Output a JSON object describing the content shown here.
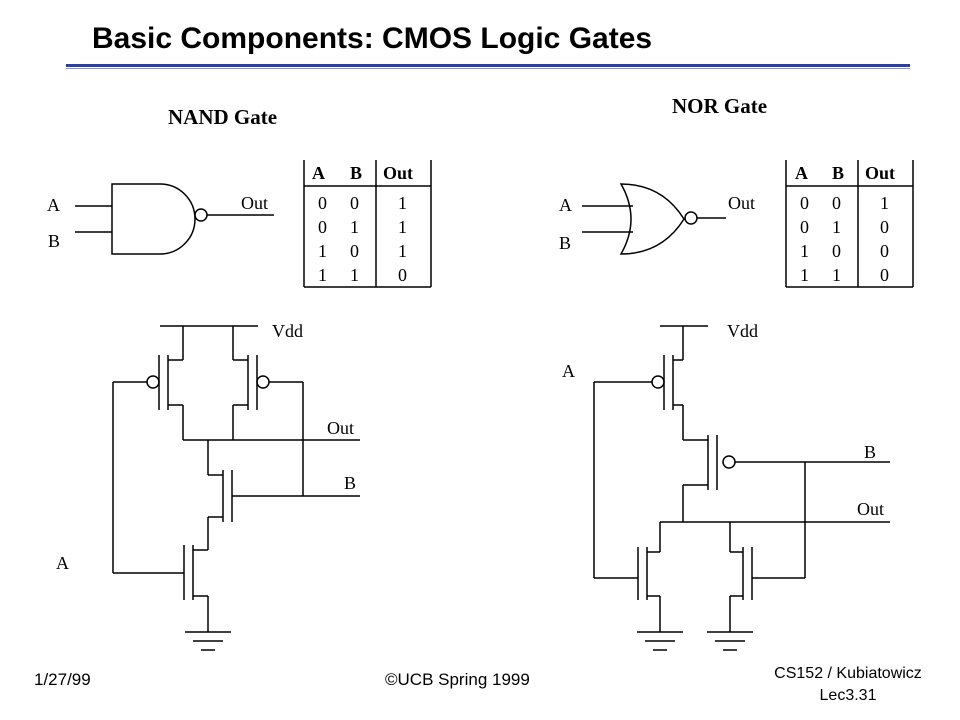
{
  "slide": {
    "title": "Basic Components: CMOS Logic Gates",
    "footer": {
      "date": "1/27/99",
      "copyright": "©UCB Spring 1999",
      "course": "CS152 / Kubiatowicz",
      "lecture": "Lec3.31"
    }
  },
  "nand": {
    "heading": "NAND Gate",
    "input_a": "A",
    "input_b": "B",
    "output": "Out",
    "truth_table": {
      "headers": [
        "A",
        "B",
        "Out"
      ],
      "rows": [
        [
          "0",
          "0",
          "1"
        ],
        [
          "0",
          "1",
          "1"
        ],
        [
          "1",
          "0",
          "1"
        ],
        [
          "1",
          "1",
          "0"
        ]
      ]
    },
    "circuit": {
      "vdd": "Vdd",
      "out": "Out",
      "b": "B",
      "a": "A"
    }
  },
  "nor": {
    "heading": "NOR Gate",
    "input_a": "A",
    "input_b": "B",
    "output": "Out",
    "truth_table": {
      "headers": [
        "A",
        "B",
        "Out"
      ],
      "rows": [
        [
          "0",
          "0",
          "1"
        ],
        [
          "0",
          "1",
          "0"
        ],
        [
          "1",
          "0",
          "0"
        ],
        [
          "1",
          "1",
          "0"
        ]
      ]
    },
    "circuit": {
      "vdd": "Vdd",
      "a": "A",
      "b": "B",
      "out": "Out"
    }
  }
}
